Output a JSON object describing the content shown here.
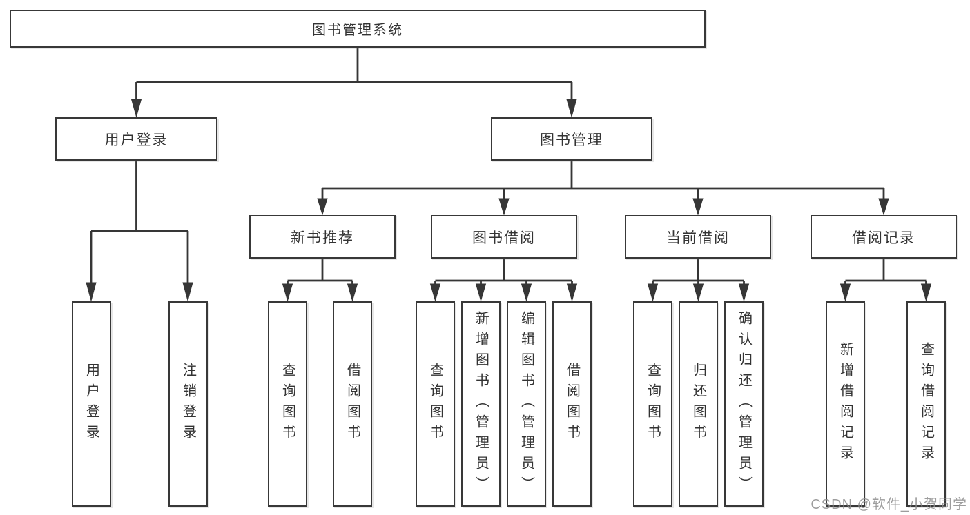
{
  "diagram": {
    "type": "tree",
    "title": "图书管理系统",
    "root": {
      "label": "图书管理系统"
    },
    "level2": [
      {
        "label": "用户登录",
        "parent": "图书管理系统"
      },
      {
        "label": "图书管理",
        "parent": "图书管理系统"
      }
    ],
    "level3": [
      {
        "label": "新书推荐",
        "parent": "图书管理"
      },
      {
        "label": "图书借阅",
        "parent": "图书管理"
      },
      {
        "label": "当前借阅",
        "parent": "图书管理"
      },
      {
        "label": "借阅记录",
        "parent": "图书管理"
      }
    ],
    "leaves": [
      {
        "label": "用户登录",
        "parent": "用户登录"
      },
      {
        "label": "注销登录",
        "parent": "用户登录"
      },
      {
        "label": "查询图书",
        "parent": "新书推荐"
      },
      {
        "label": "借阅图书",
        "parent": "新书推荐"
      },
      {
        "label": "查询图书",
        "parent": "图书借阅"
      },
      {
        "label": "新增图书（管理员）",
        "parent": "图书借阅"
      },
      {
        "label": "编辑图书（管理员）",
        "parent": "图书借阅"
      },
      {
        "label": "借阅图书",
        "parent": "图书借阅"
      },
      {
        "label": "查询图书",
        "parent": "当前借阅"
      },
      {
        "label": "归还图书",
        "parent": "当前借阅"
      },
      {
        "label": "确认归还（管理员）",
        "parent": "当前借阅"
      },
      {
        "label": "新增借阅记录",
        "parent": "借阅记录"
      },
      {
        "label": "查询借阅记录",
        "parent": "借阅记录"
      }
    ],
    "colors": {
      "line": "#363636",
      "text": "#333333",
      "box_border": "#383838",
      "box_background": "#ffffff",
      "page_background": "#ffffff",
      "watermark": "#8c8c8c"
    }
  },
  "watermark": "CSDN @软件_小贺同学"
}
